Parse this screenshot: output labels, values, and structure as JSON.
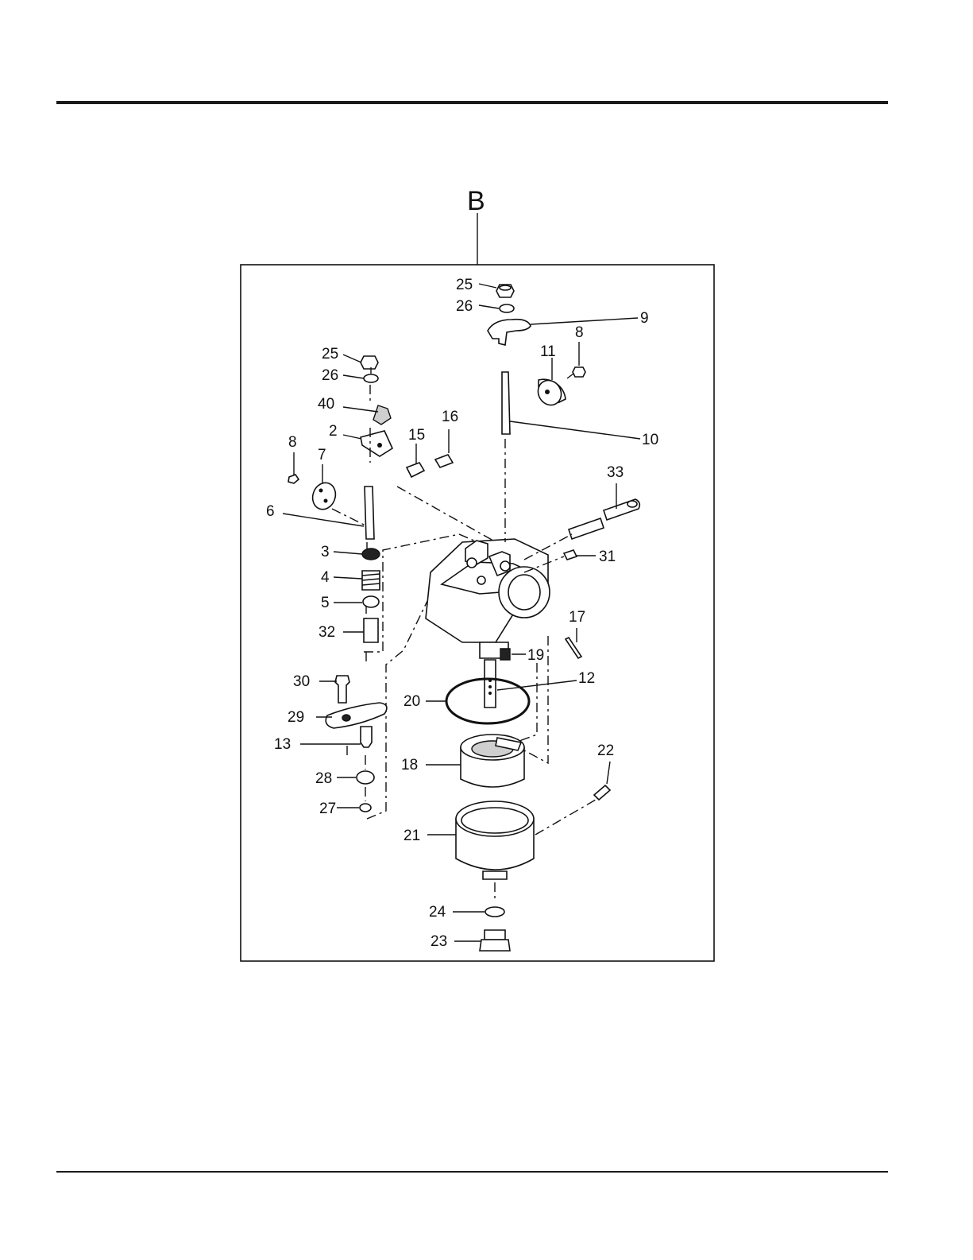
{
  "diagram": {
    "section_letter": "B",
    "callouts": {
      "p25a": "25",
      "p26a": "26",
      "p9": "9",
      "p8a": "8",
      "p11": "11",
      "p10": "10",
      "p25b": "25",
      "p26b": "26",
      "p40": "40",
      "p2": "2",
      "p16": "16",
      "p15": "15",
      "p8b": "8",
      "p7": "7",
      "p6": "6",
      "p33": "33",
      "p3": "3",
      "p4": "4",
      "p5": "5",
      "p31": "31",
      "p32": "32",
      "p17": "17",
      "p19": "19",
      "p30": "30",
      "p12": "12",
      "p20": "20",
      "p29": "29",
      "p13": "13",
      "p18": "18",
      "p22": "22",
      "p28": "28",
      "p27": "27",
      "p21": "21",
      "p24": "24",
      "p23": "23"
    }
  }
}
